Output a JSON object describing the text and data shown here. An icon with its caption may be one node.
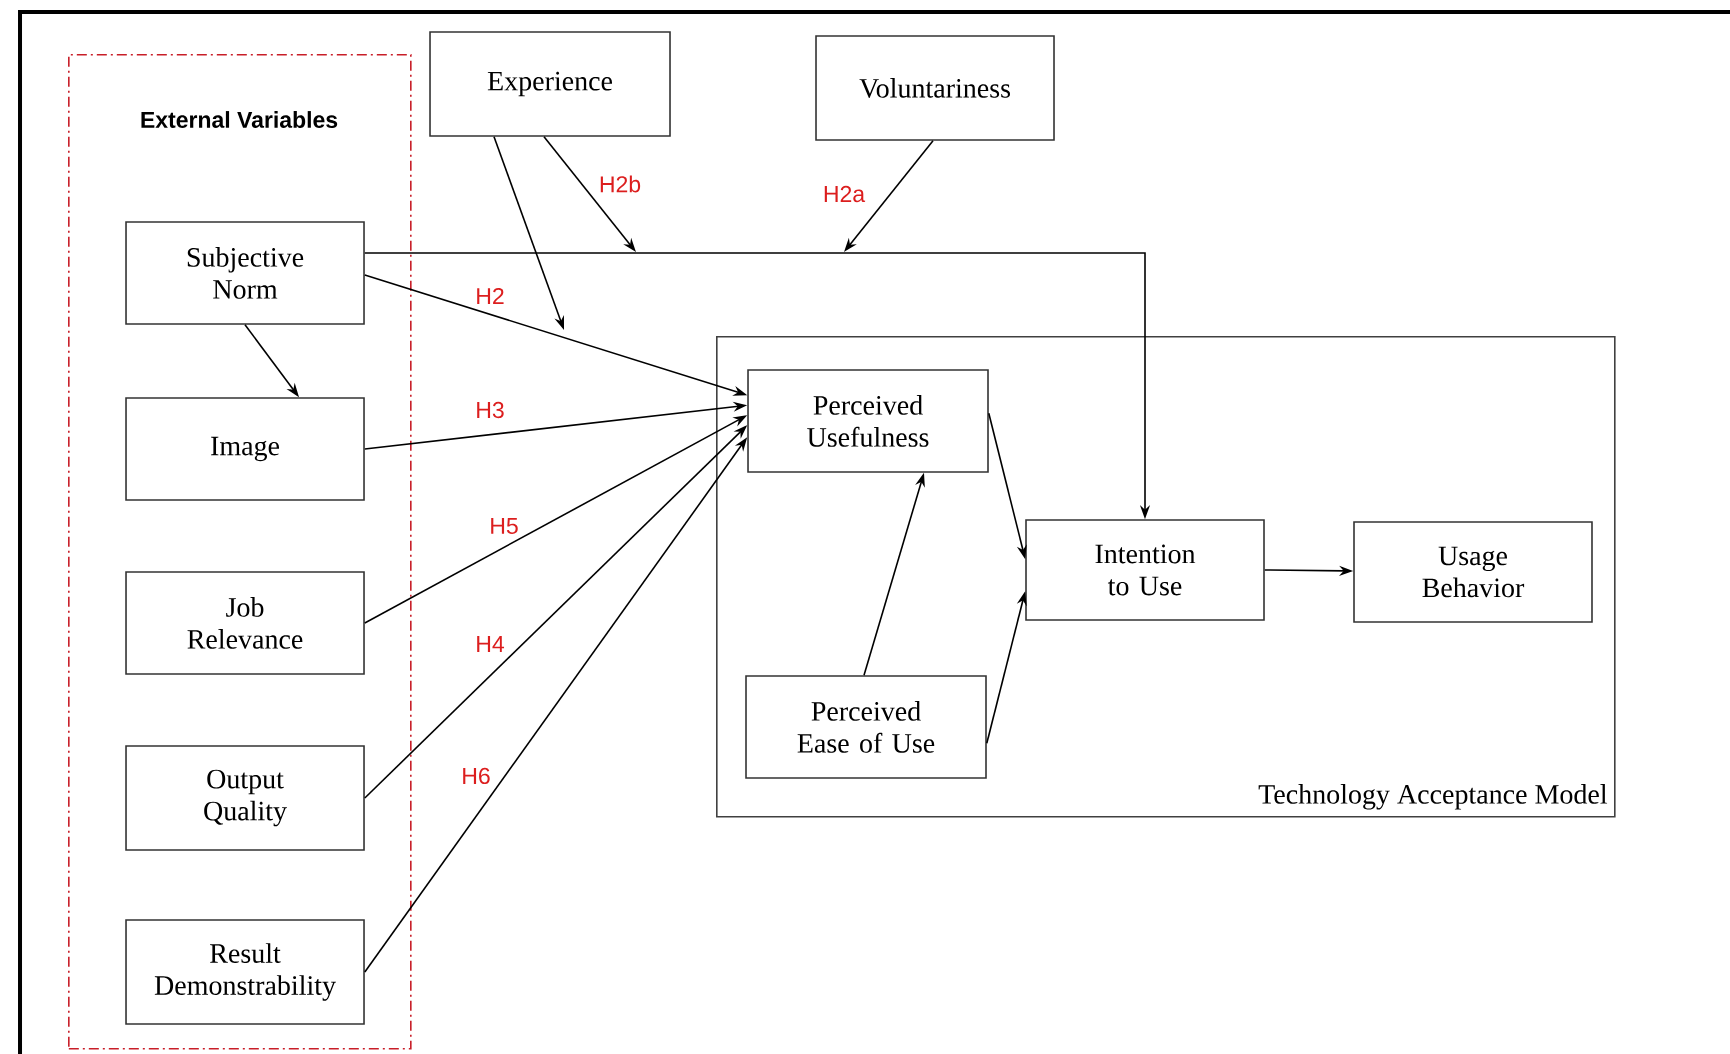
{
  "diagram": {
    "nodes": [
      {
        "text": [
          "External Variables"
        ]
      },
      {
        "text": [
          "Experience"
        ]
      },
      {
        "text": [
          "Voluntariness"
        ]
      },
      {
        "text": [
          "Subjective Norm"
        ],
        "in": 0
      },
      {
        "text": [
          "Image"
        ],
        "in": 0
      },
      {
        "text": [
          "Job Relevance"
        ],
        "in": 0
      },
      {
        "text": [
          "Output Quality"
        ],
        "in": 0
      },
      {
        "text": [
          "Result Demonstrability"
        ],
        "in": 0
      },
      {
        "text": [
          "Technology Acceptance Model"
        ]
      },
      {
        "text": [
          "Perceived Usefulness"
        ],
        "in": 8
      },
      {
        "text": [
          "Intention to Use"
        ],
        "in": 8
      },
      {
        "text": [
          "Perceived Ease of Use"
        ],
        "in": 8
      },
      {
        "text": [
          "Usage Behavior"
        ],
        "in": 8
      }
    ],
    "edges": [
      {
        "from": 3,
        "to": 10,
        "arrow": "to"
      },
      {
        "from": 1,
        "to": null,
        "arrow": "to",
        "label": "H2b"
      },
      {
        "from": 2,
        "to": null,
        "arrow": "to",
        "label": "H2a"
      },
      {
        "from": 1,
        "to": null,
        "arrow": "to"
      },
      {
        "from": 3,
        "to": 9,
        "arrow": "to",
        "label": "H2"
      },
      {
        "from": 3,
        "to": 4,
        "arrow": "to"
      },
      {
        "from": 4,
        "to": 9,
        "arrow": "to",
        "label": "H3"
      },
      {
        "from": 5,
        "to": 9,
        "arrow": "to",
        "label": "H5"
      },
      {
        "from": 6,
        "to": 9,
        "arrow": "to",
        "label": "H4"
      },
      {
        "from": 7,
        "to": 9,
        "arrow": "to",
        "label": "H6"
      },
      {
        "from": 9,
        "to": 10,
        "arrow": "to"
      },
      {
        "from": 11,
        "to": 9,
        "arrow": "to"
      },
      {
        "from": 11,
        "to": 10,
        "arrow": "to"
      },
      {
        "from": 10,
        "to": 12,
        "arrow": "to"
      }
    ]
  }
}
